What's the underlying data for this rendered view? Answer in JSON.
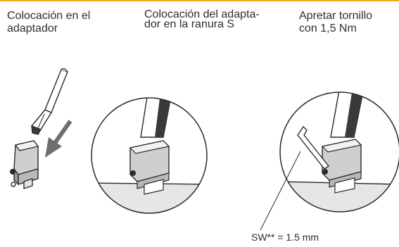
{
  "captions": {
    "step1": "Colocación en el\nadaptador",
    "step2": "Colocación del adapta-\ndor en la ranura S",
    "step3": "Apretar tornillo\ncon 1,5 Nm"
  },
  "dimension_label": "SW** = 1.5 mm",
  "colors": {
    "accent_rule": "#f5a623",
    "line": "#2a2a2a",
    "arrow": "#6e6e6e",
    "surface": "#e6e6e6"
  }
}
